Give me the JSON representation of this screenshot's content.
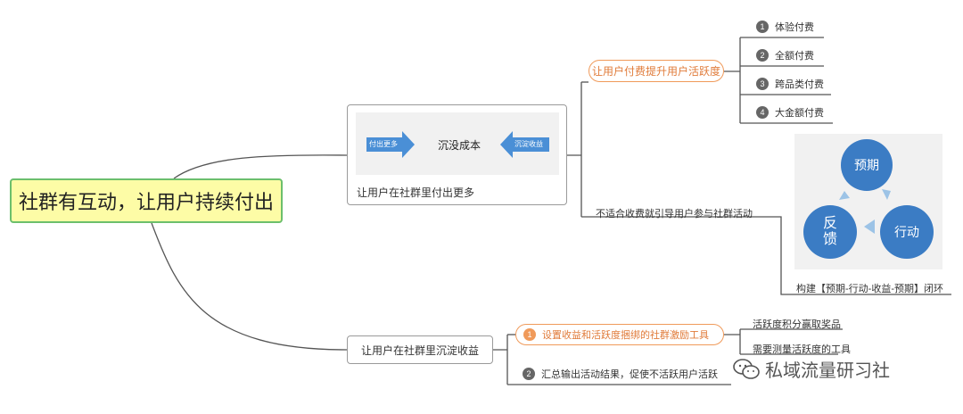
{
  "root": {
    "label": "社群有互动，让用户持续付出"
  },
  "branch1": {
    "label": "让用户在社群里付出更多",
    "image": {
      "left_arrow": "付出更多",
      "center": "沉没成本",
      "right_arrow": "沉淀收益"
    },
    "sub1": {
      "label": "让用户付费提升用户活跃度",
      "items": [
        {
          "num": "1",
          "label": "体验付费"
        },
        {
          "num": "2",
          "label": "全额付费"
        },
        {
          "num": "3",
          "label": "跨品类付费"
        },
        {
          "num": "4",
          "label": "大金额付费"
        }
      ]
    },
    "sub2": {
      "label": "不适合收费就引导用户参与社群活动",
      "cycle": {
        "top": "预期",
        "right": "行动",
        "left": "反\n馈"
      },
      "caption": "构建【预期-行动-收益-预期】闭环"
    }
  },
  "branch2": {
    "label": "让用户在社群里沉淀收益",
    "sub1": {
      "num": "1",
      "label": "设置收益和活跃度捆绑的社群激励工具",
      "items": [
        "活跃度积分赢取奖品",
        "需要测量活跃度的工具"
      ]
    },
    "sub2": {
      "num": "2",
      "label": "汇总输出活动结果，促使不活跃用户活跃"
    }
  },
  "watermark": {
    "label": "私域流量研习社",
    "icon": "wechat-icon"
  }
}
